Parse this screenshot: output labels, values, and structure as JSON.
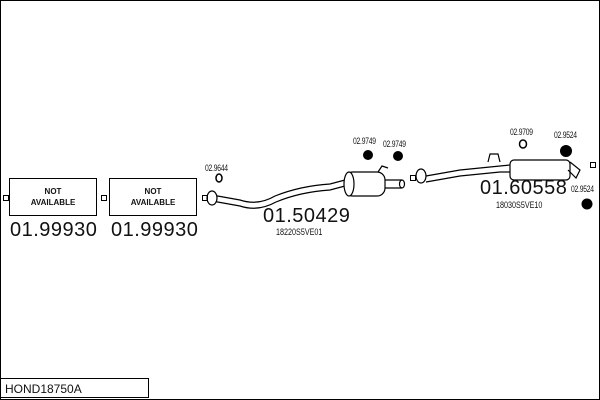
{
  "diagram_code": "HOND18750A",
  "parts": [
    {
      "number": "01.99930",
      "box_line1": "NOT",
      "box_line2": "AVAILABLE"
    },
    {
      "number": "01.99930",
      "box_line1": "NOT",
      "box_line2": "AVAILABLE"
    },
    {
      "number": "01.50429",
      "oem": "18220S5VE01"
    },
    {
      "number": "01.60558",
      "oem": "18030S5VE10"
    }
  ],
  "accessories": [
    "02.9644",
    "02.9749",
    "02.9749",
    "02.9709",
    "02.9524",
    "02.9524"
  ]
}
